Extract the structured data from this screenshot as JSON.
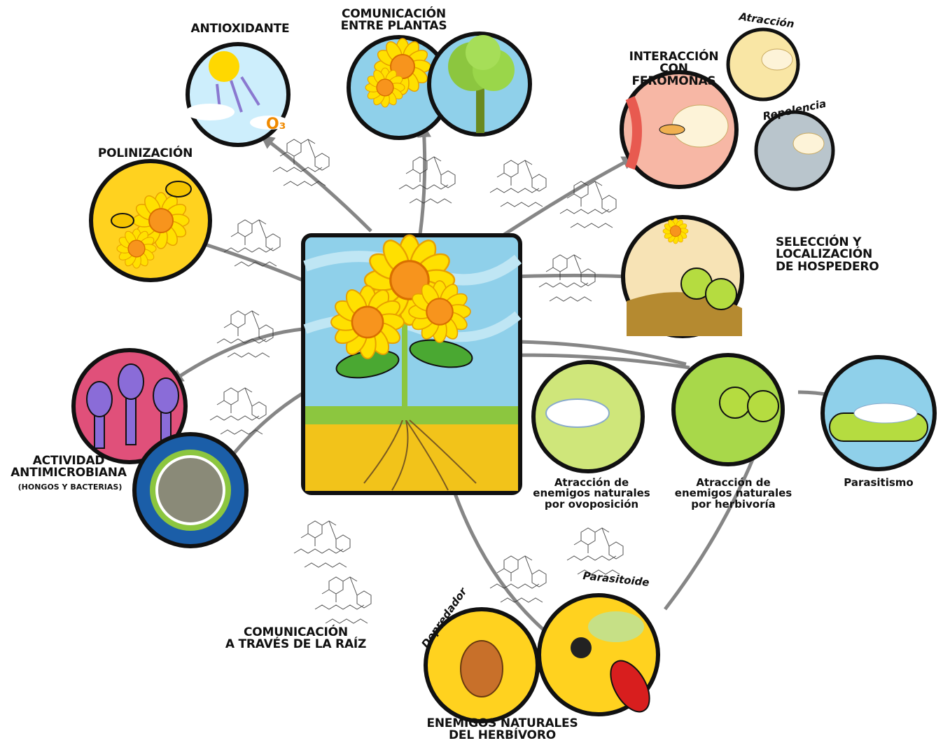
{
  "labels": {
    "antioxidant": "ANTIOXIDANTE",
    "plant_communication": "COMUNICACIÓN\nENTRE PLANTAS",
    "attraction": "Atracción",
    "pheromone_interaction": "INTERACCIÓN\nCON FEROMONAS",
    "repellence": "Repelencia",
    "pollination": "POLINIZACIÓN",
    "host_selection": "SELECCIÓN Y\nLOCALIZACIÓN\nDE HOSPEDERO",
    "antimicrobial": "ACTIVIDAD\nANTIMICROBIANA",
    "antimicrobial_sub": "(HONGOS Y BACTERIAS)",
    "oviposition": "Atracción de\nenemigos naturales\npor ovoposición",
    "herbivory": "Atracción de\nenemigos naturales\npor herbivoría",
    "parasitism": "Parasitismo",
    "root_communication": "COMUNICACIÓN\nA TRAVÉS DE LA RAÍZ",
    "parasitoid": "Parasitoide",
    "predator": "Depredador",
    "natural_enemies": "ENEMIGOS NATURALES\nDEL HERBÍVORO",
    "ozone": "O₃"
  },
  "colors": {
    "sky": "#8fd0ea",
    "soil": "#f2c31a",
    "grass": "#8cc63f",
    "petal": "#ffe000",
    "center": "#f7941d",
    "leaf": "#4aa832",
    "outline": "#111111",
    "arrow": "#7a7a7a"
  }
}
